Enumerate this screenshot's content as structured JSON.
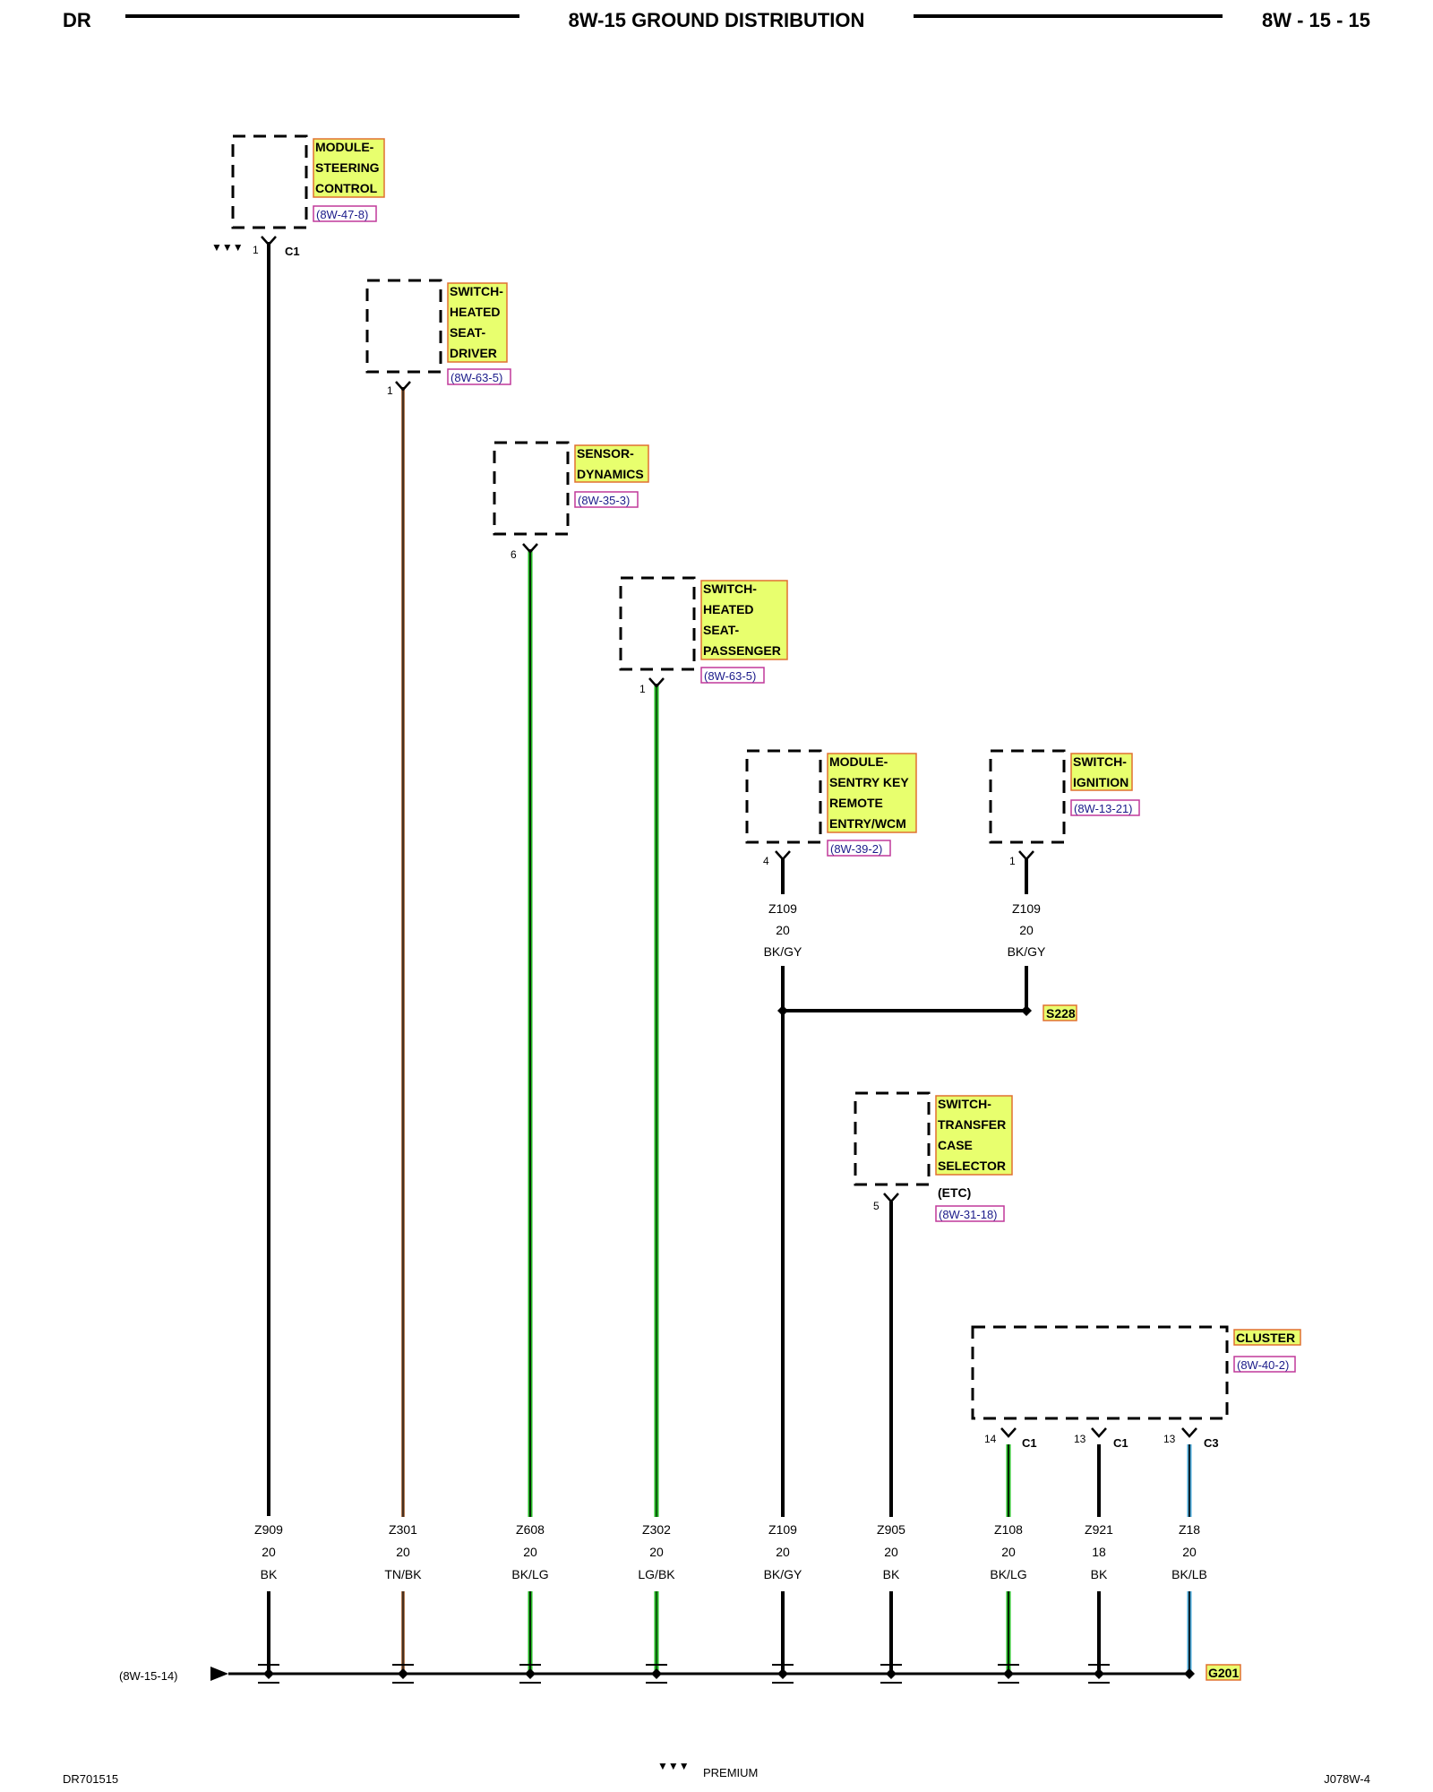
{
  "header": {
    "left": "DR",
    "title": "8W-15 GROUND DISTRIBUTION",
    "right": "8W - 15 - 15"
  },
  "footer": {
    "left_code": "DR701515",
    "legend_symbol": "▼▼▼",
    "legend_text": "PREMIUM",
    "right_code": "J078W-4"
  },
  "colors": {
    "label_highlight": "#e8ff6e",
    "label_border": "#e07030",
    "ref_border": "#c0399a",
    "wire_black": "#000000",
    "wire_tan": "#b07850",
    "wire_green": "#22bb22",
    "wire_blue": "#4aa8d8"
  },
  "components": [
    {
      "name": "module-steering-control",
      "label_lines": [
        "MODULE-",
        "STEERING",
        "CONTROL"
      ],
      "ref": "(8W-47-8)",
      "pin": "1",
      "connector": "C1",
      "premium": "▼▼▼"
    },
    {
      "name": "switch-heated-seat-driver",
      "label_lines": [
        "SWITCH-",
        "HEATED",
        "SEAT-",
        "DRIVER"
      ],
      "ref": "(8W-63-5)",
      "pin": "1"
    },
    {
      "name": "sensor-dynamics",
      "label_lines": [
        "SENSOR-",
        "DYNAMICS"
      ],
      "ref": "(8W-35-3)",
      "pin": "6"
    },
    {
      "name": "switch-heated-seat-passenger",
      "label_lines": [
        "SWITCH-",
        "HEATED",
        "SEAT-",
        "PASSENGER"
      ],
      "ref": "(8W-63-5)",
      "pin": "1"
    },
    {
      "name": "module-sentry-key",
      "label_lines": [
        "MODULE-",
        "SENTRY KEY",
        "REMOTE",
        "ENTRY/WCM"
      ],
      "ref": "(8W-39-2)",
      "pin": "4",
      "wire": {
        "circuit": "Z109",
        "gauge": "20",
        "color": "BK/GY"
      }
    },
    {
      "name": "switch-ignition",
      "label_lines": [
        "SWITCH-",
        "IGNITION"
      ],
      "ref": "(8W-13-21)",
      "pin": "1",
      "wire": {
        "circuit": "Z109",
        "gauge": "20",
        "color": "BK/GY"
      }
    },
    {
      "name": "switch-transfer-case-selector",
      "label_lines": [
        "SWITCH-",
        "TRANSFER",
        "CASE",
        "SELECTOR"
      ],
      "note": "(ETC)",
      "ref": "(8W-31-18)",
      "pin": "5"
    },
    {
      "name": "cluster",
      "label_lines": [
        "CLUSTER"
      ],
      "ref": "(8W-40-2)",
      "pins": [
        {
          "pin": "14",
          "connector": "C1"
        },
        {
          "pin": "13",
          "connector": "C1"
        },
        {
          "pin": "13",
          "connector": "C3"
        }
      ]
    }
  ],
  "splice": "S228",
  "ground": "G201",
  "ground_ref": "(8W-15-14)",
  "wires": [
    {
      "circuit": "Z909",
      "gauge": "20",
      "color": "BK"
    },
    {
      "circuit": "Z301",
      "gauge": "20",
      "color": "TN/BK"
    },
    {
      "circuit": "Z608",
      "gauge": "20",
      "color": "BK/LG"
    },
    {
      "circuit": "Z302",
      "gauge": "20",
      "color": "LG/BK"
    },
    {
      "circuit": "Z109",
      "gauge": "20",
      "color": "BK/GY"
    },
    {
      "circuit": "Z905",
      "gauge": "20",
      "color": "BK"
    },
    {
      "circuit": "Z108",
      "gauge": "20",
      "color": "BK/LG"
    },
    {
      "circuit": "Z921",
      "gauge": "18",
      "color": "BK"
    },
    {
      "circuit": "Z18",
      "gauge": "20",
      "color": "BK/LB"
    }
  ]
}
